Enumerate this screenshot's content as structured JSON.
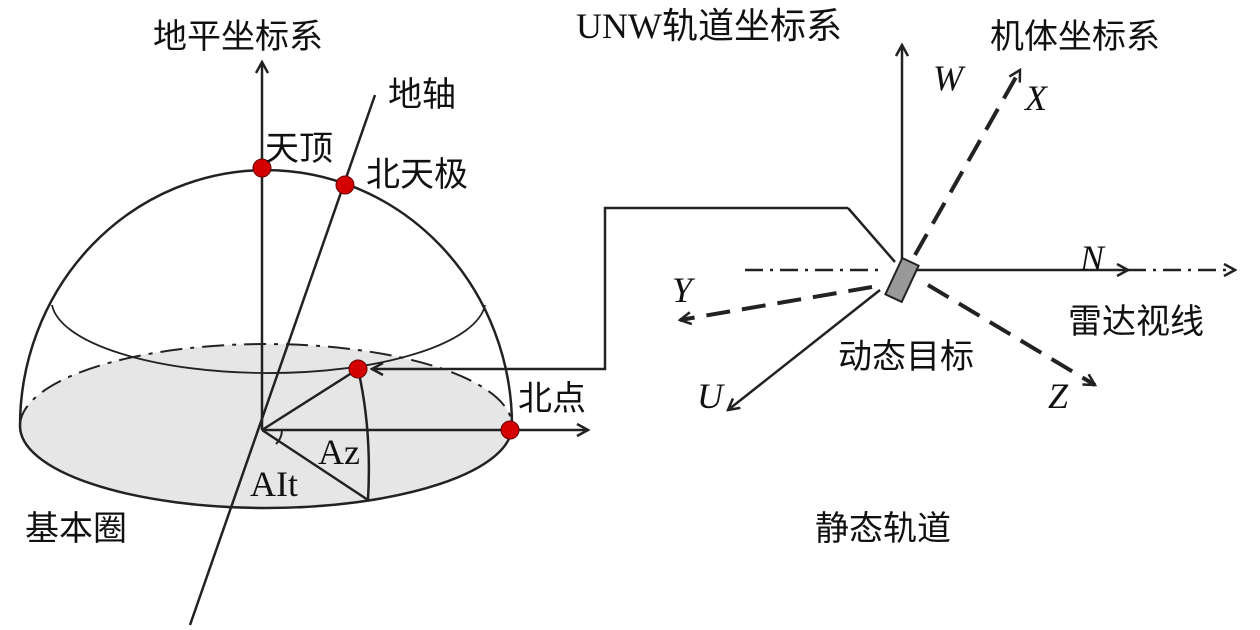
{
  "labels": {
    "horizon_system": "地平坐标系",
    "earth_axis": "地轴",
    "zenith": "天顶",
    "north_celestial_pole": "北天极",
    "north_point": "北点",
    "azimuth": "Az",
    "altitude": "AIt",
    "fundamental_circle": "基本圈",
    "unw_system": "UNW轨道坐标系",
    "body_system": "机体坐标系",
    "axis_w": "W",
    "axis_x": "X",
    "axis_n": "N",
    "axis_y": "Y",
    "axis_u": "U",
    "axis_z": "Z",
    "radar_los": "雷达视线",
    "dynamic_target": "动态目标",
    "static_orbit": "静态轨道"
  },
  "colors": {
    "point": "#d40000",
    "base_fill": "#e6e6e6",
    "line": "#222222",
    "target": "#999999"
  }
}
